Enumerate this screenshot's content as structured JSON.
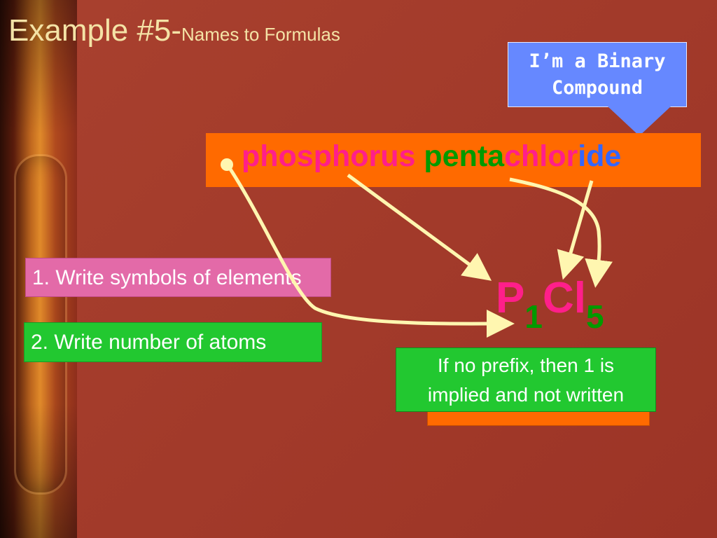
{
  "title": {
    "main": "Example #5-",
    "sub": "Names to Formulas"
  },
  "callout": {
    "line1": "I’m a Binary",
    "line2": "Compound"
  },
  "compound_name": {
    "part1": "phosphorus",
    "part2": "penta",
    "part3": "chlor",
    "part4": "ide"
  },
  "steps": [
    {
      "label": "1. Write symbols of elements"
    },
    {
      "label": "2. Write number of atoms"
    }
  ],
  "formula": {
    "el1": "P",
    "sub1": "1",
    "el2": "Cl",
    "sub2": "5"
  },
  "note": {
    "line1": "If no prefix, then 1 is",
    "line2": "implied and not written"
  },
  "colors": {
    "background": "#a4382a",
    "title": "#f4e3a6",
    "callout": "#6688ff",
    "name_bar": "#ff6a00",
    "pink": "#ff1f8a",
    "green": "#009a00",
    "blue": "#3366ff",
    "step1": "#e36aa8",
    "step2": "#22c830",
    "arrow": "#fff6b0"
  }
}
